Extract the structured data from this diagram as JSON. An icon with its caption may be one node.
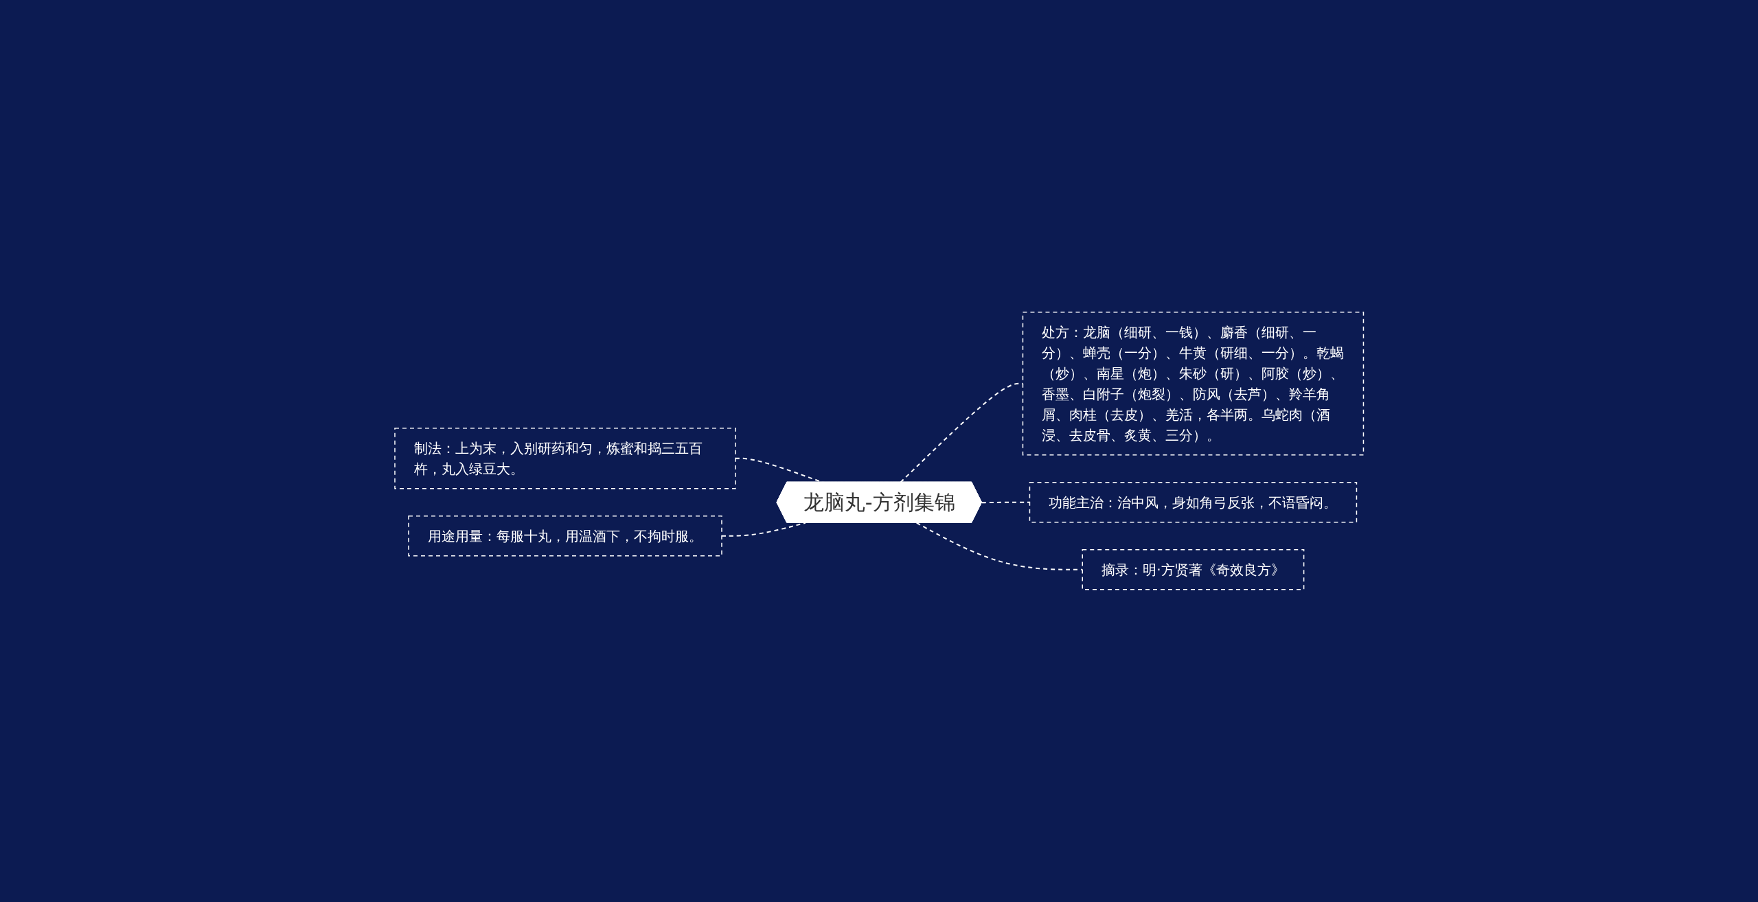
{
  "diagram": {
    "nodes": [
      {
        "text": [
          "龙脑丸-方剂集锦"
        ]
      },
      {
        "text": [
          "制法：上为末，入别研药和匀，炼蜜和捣三五百杵，丸入绿豆大。"
        ]
      },
      {
        "text": [
          "用途用量：每服十丸，用温酒下，不拘时服。"
        ]
      },
      {
        "text": [
          "处方：龙脑（细研、一钱）、麝香（细研、一分）、蝉壳（一分）、牛黄（研细、一分）。乾蝎（炒）、南星（炮）、朱砂（研）、阿胶（炒）、香墨、白附子（炮裂）、防风（去芦）、羚羊角屑、肉桂（去皮）、羌活，各半两。乌蛇肉（酒浸、去皮骨、炙黄、三分）。"
        ]
      },
      {
        "text": [
          "功能主治：治中风，身如角弓反张，不语昏闷。"
        ]
      },
      {
        "text": [
          "摘录：明·方贤著《奇效良方》"
        ]
      }
    ],
    "edges": [
      {
        "from": 0,
        "to": 1,
        "arrow": "none",
        "style": "dashed"
      },
      {
        "from": 0,
        "to": 2,
        "arrow": "none",
        "style": "dashed"
      },
      {
        "from": 0,
        "to": 3,
        "arrow": "none",
        "style": "dashed"
      },
      {
        "from": 0,
        "to": 4,
        "arrow": "none",
        "style": "dashed"
      },
      {
        "from": 0,
        "to": 5,
        "arrow": "none",
        "style": "dashed"
      }
    ]
  }
}
